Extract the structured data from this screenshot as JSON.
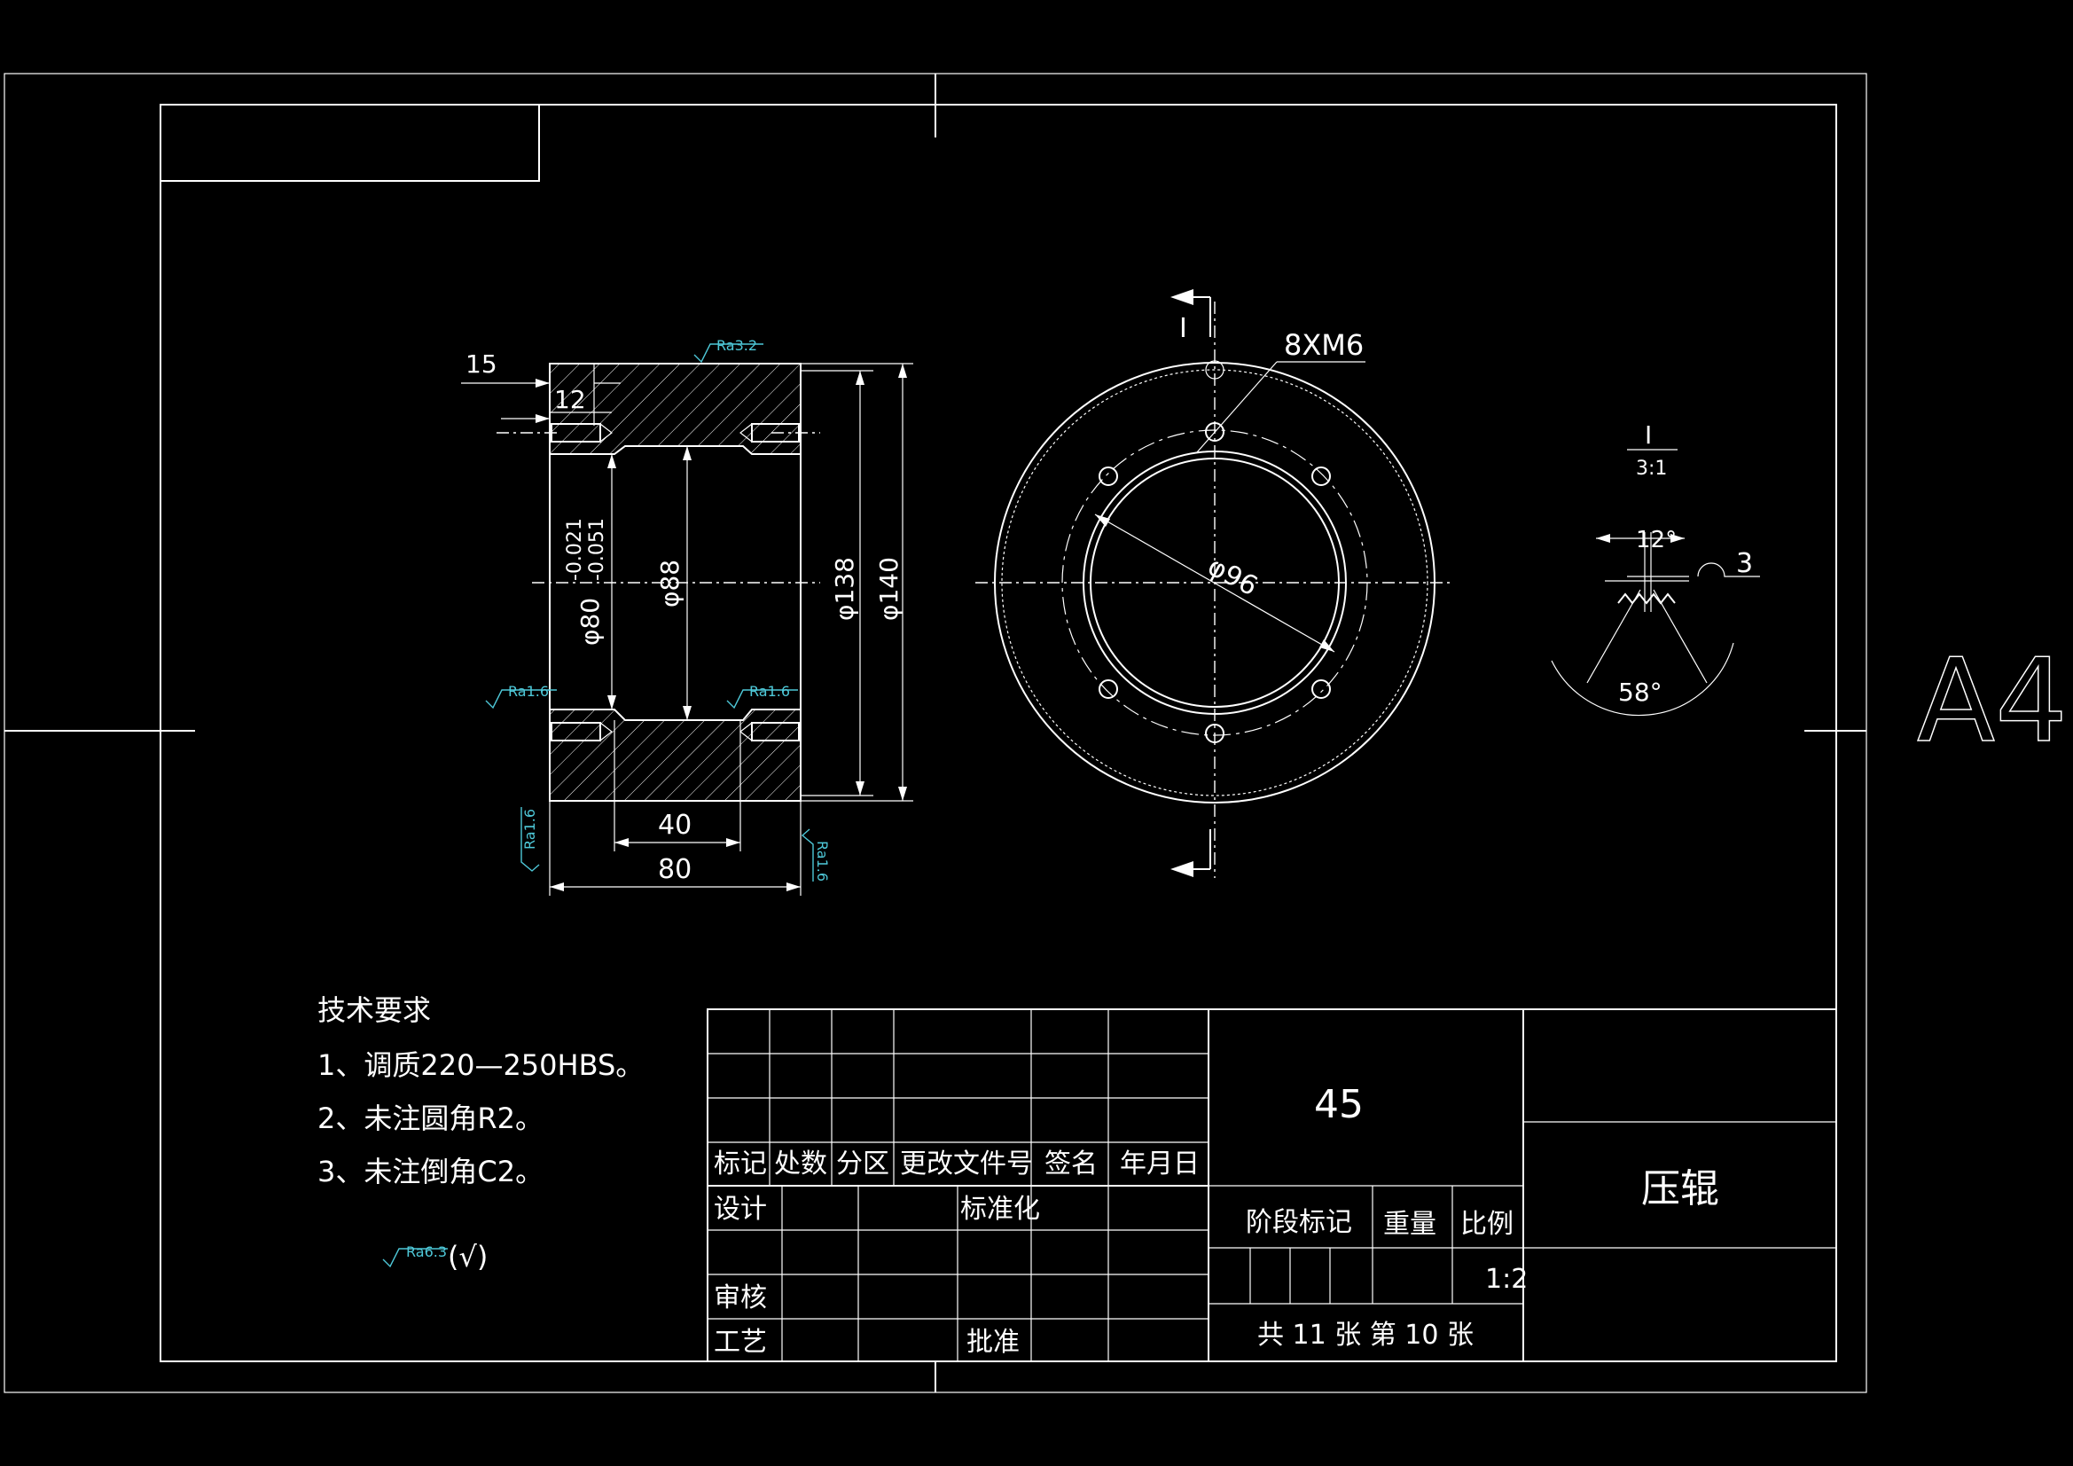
{
  "sheet": {
    "size_label": "A4"
  },
  "section_view": {
    "dims": {
      "d15": "15",
      "d12": "12",
      "d40": "40",
      "d80": "80",
      "dia80": "φ80",
      "dia80_upper": "-0.021",
      "dia80_lower": "-0.051",
      "dia88": "φ88",
      "dia138": "φ138",
      "dia140": "φ140"
    },
    "roughness": {
      "top": "Ra3.2",
      "left": "Ra1.6",
      "right": "Ra1.6",
      "bottom_left": "Ra1.6",
      "bottom_right": "Ra1.6"
    }
  },
  "front_view": {
    "section_mark": "I",
    "holes": "8XM6",
    "pcd": "φ96"
  },
  "detail_view": {
    "label": "I",
    "scale": "3:1",
    "angle_top": "12°",
    "angle_bottom": "58°",
    "arc_dim": "3"
  },
  "tech_requirements": {
    "title": "技术要求",
    "items": [
      "1、调质220—250HBS。",
      "2、未注圆角R2。",
      "3、未注倒角C2。"
    ],
    "default_roughness": "Ra6.3",
    "default_suffix": "(√)"
  },
  "title_block": {
    "headers": [
      "标记",
      "处数",
      "分区",
      "更改文件号",
      "签名",
      "年月日"
    ],
    "design": "设计",
    "standardize": "标准化",
    "review": "审核",
    "process": "工艺",
    "approve": "批准",
    "material": "45",
    "stage_mark": "阶段标记",
    "weight": "重量",
    "scale_label": "比例",
    "scale_value": "1:2",
    "sheets": "共 11 张 第 10 张",
    "part_name": "压辊"
  }
}
